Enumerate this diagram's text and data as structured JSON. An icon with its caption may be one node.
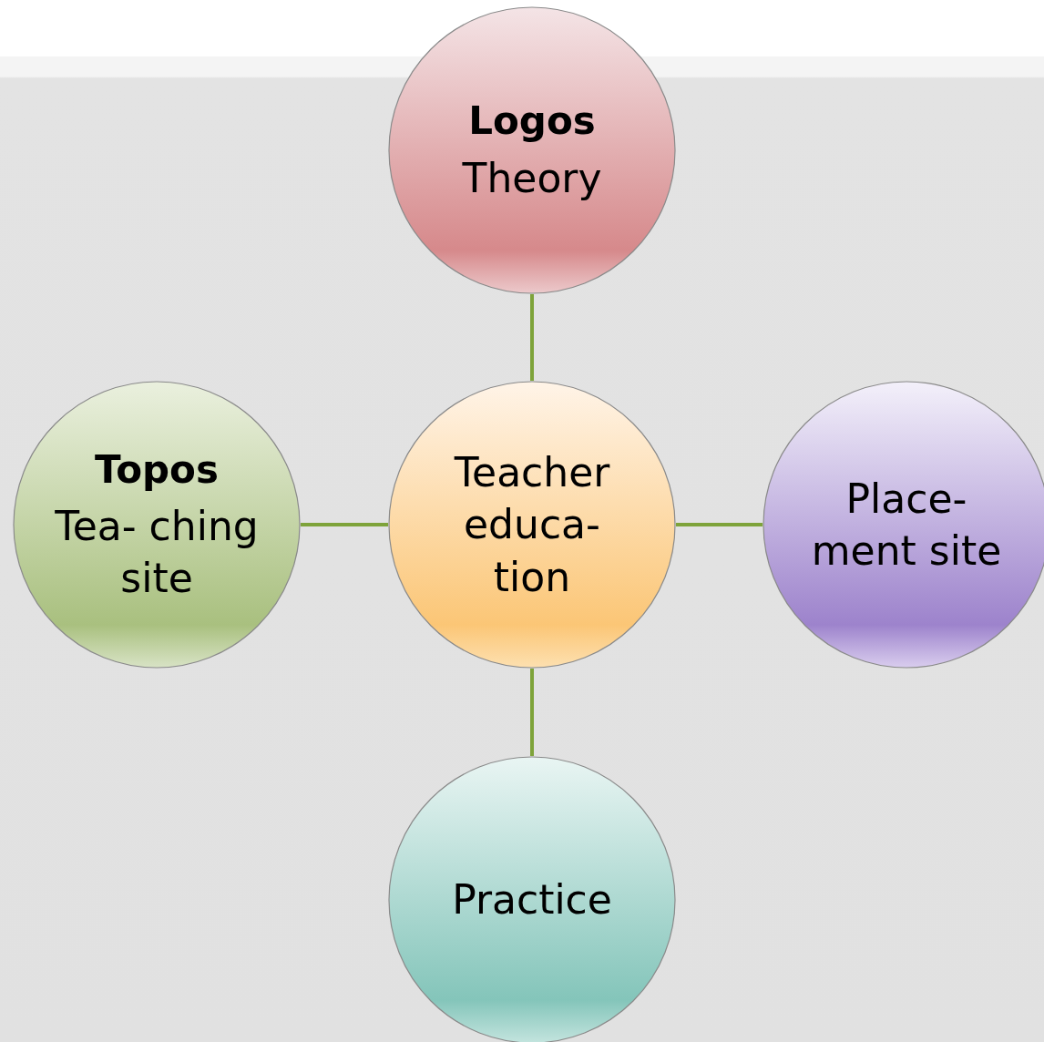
{
  "diagram": {
    "nodes": [
      {
        "text": [
          "Logos",
          "Theory"
        ]
      },
      {
        "text": [
          "Topos",
          "Tea- ching site"
        ]
      },
      {
        "text": [
          "Teacher educa- tion"
        ]
      },
      {
        "text": [
          "Place- ment site"
        ]
      },
      {
        "text": [
          "Practice"
        ]
      }
    ],
    "edges": [
      {
        "from": 2,
        "to": 0,
        "arrow": "none"
      },
      {
        "from": 2,
        "to": 1,
        "arrow": "none"
      },
      {
        "from": 2,
        "to": 3,
        "arrow": "none"
      },
      {
        "from": 2,
        "to": 4,
        "arrow": "none"
      }
    ]
  }
}
